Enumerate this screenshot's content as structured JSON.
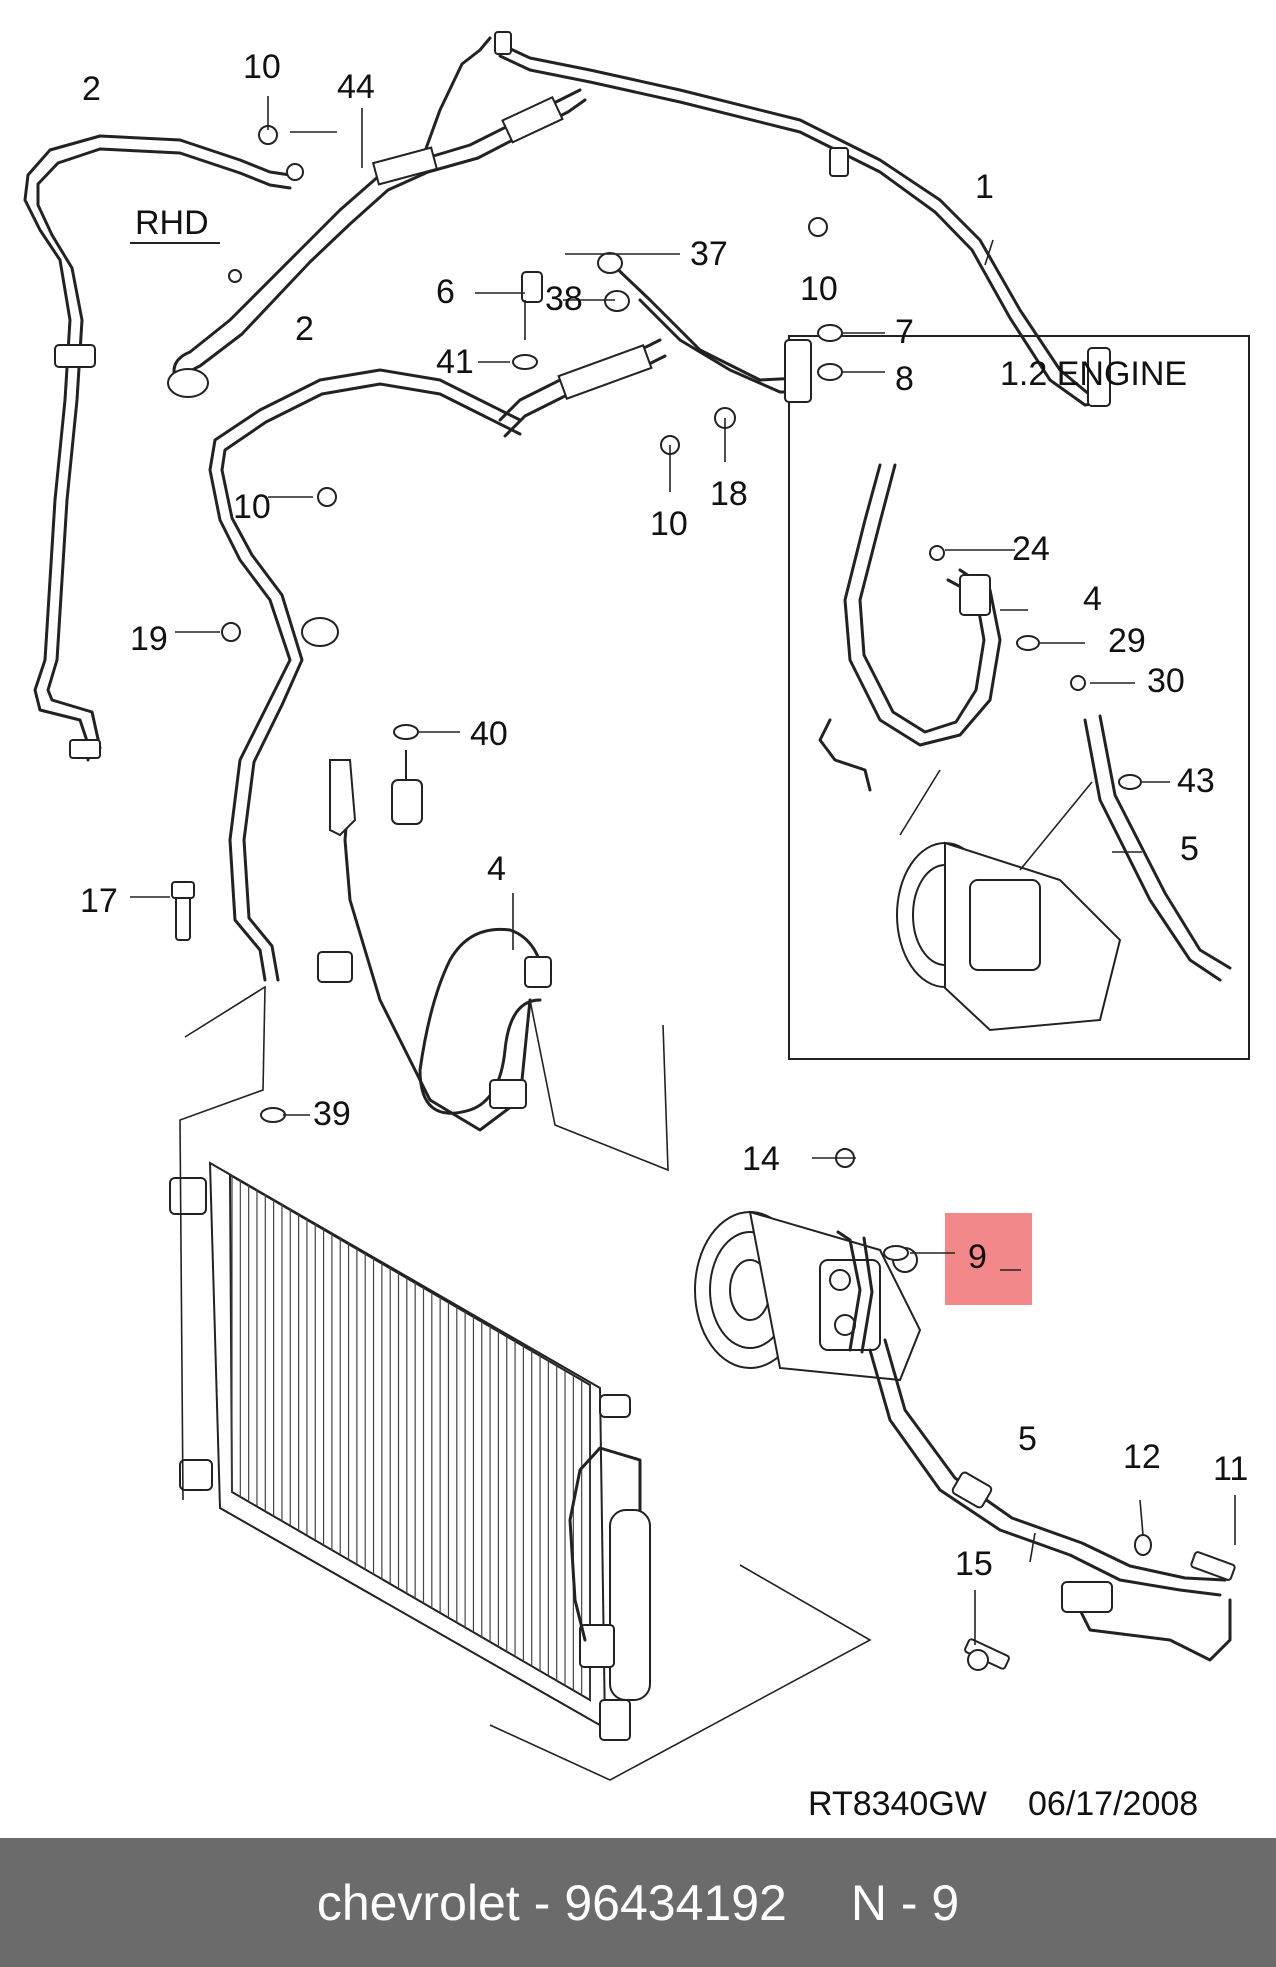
{
  "diagram": {
    "rhd_label": "RHD",
    "engine_inset_title": "1.2 ENGINE",
    "drawing_ref": "RT8340GW",
    "drawing_date": "06/17/2008",
    "highlight_color": "#f2888a",
    "highlighted_callout": "9",
    "callouts": {
      "c1": "1",
      "c2a": "2",
      "c2b": "2",
      "c4a": "4",
      "c4b": "4",
      "c5a": "5",
      "c5b": "5",
      "c6": "6",
      "c7": "7",
      "c8": "8",
      "c9": "9",
      "c10a": "10",
      "c10b": "10",
      "c10c": "10",
      "c10d": "10",
      "c11": "11",
      "c12": "12",
      "c14": "14",
      "c15": "15",
      "c17": "17",
      "c18": "18",
      "c19": "19",
      "c24": "24",
      "c29": "29",
      "c30": "30",
      "c37": "37",
      "c38": "38",
      "c39": "39",
      "c40": "40",
      "c41": "41",
      "c43": "43",
      "c44": "44"
    }
  },
  "footer": {
    "brand": "chevrolet",
    "dash": "-",
    "part_number": "96434192",
    "position_label": "N - 9"
  }
}
